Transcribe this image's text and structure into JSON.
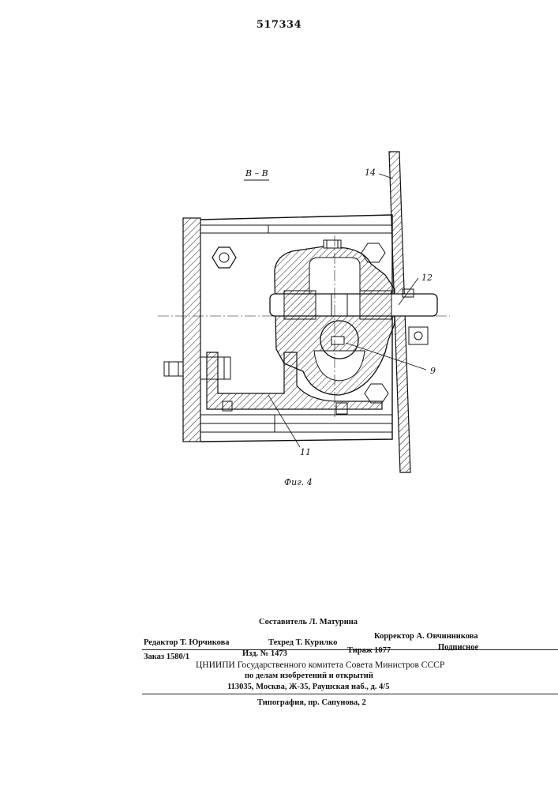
{
  "patent_number": "517334",
  "figure": {
    "section_label": "В – В",
    "caption": "Фиг. 4",
    "callouts": [
      "14",
      "12",
      "9",
      "11"
    ]
  },
  "colophon": {
    "compiler": "Составитель Л. Матурина",
    "editor": "Редактор Т. Юрчикова",
    "techred": "Техред Т. Курилко",
    "corrector": "Корректор А. Овчинникова",
    "order": "Заказ 1580/1",
    "edition": "Изд. № 1473",
    "circulation": "Тираж 1077",
    "subscription": "Подписное",
    "institute_line1": "ЦНИИПИ Государственного комитета Совета Министров СССР",
    "institute_line2": "по делам изобретений и открытий",
    "address": "113035, Москва, Ж-35, Раушская наб., д. 4/5",
    "printer": "Типография, пр. Сапунова, 2"
  }
}
